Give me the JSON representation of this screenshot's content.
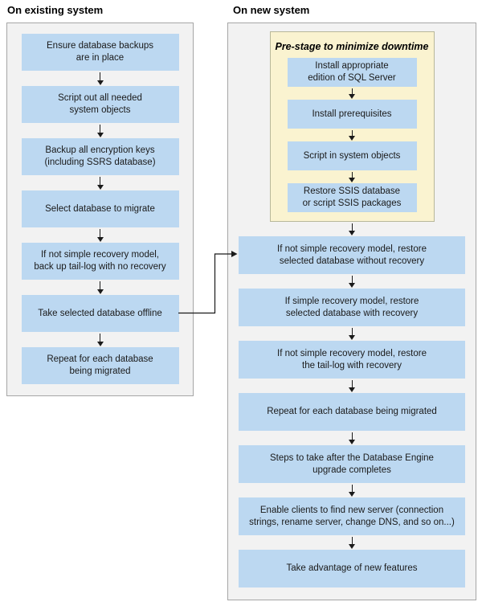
{
  "existing": {
    "heading": "On existing system",
    "steps": [
      "Ensure database backups\nare in place",
      "Script out all needed\nsystem objects",
      "Backup all encryption keys\n(including SSRS database)",
      "Select database to migrate",
      "If not simple recovery model,\nback up tail-log with no recovery",
      "Take selected database offline",
      "Repeat for each database\nbeing migrated"
    ]
  },
  "new": {
    "heading": "On new system",
    "prestage": {
      "title": "Pre-stage to minimize downtime",
      "steps": [
        "Install appropriate\nedition of SQL Server",
        "Install prerequisites",
        "Script in system objects",
        "Restore SSIS database\nor script SSIS packages"
      ]
    },
    "steps": [
      "If not simple recovery model, restore\nselected database without recovery",
      "If simple recovery model, restore\nselected database with recovery",
      "If not simple recovery model, restore\nthe tail-log with recovery",
      "Repeat for each database being migrated",
      "Steps to take after the Database Engine\nupgrade completes",
      "Enable clients to find new server (connection\nstrings, rename server, change DNS, and so on...)",
      "Take advantage of new features"
    ]
  },
  "colors": {
    "box_fill": "#bcd8f1",
    "prestage_fill": "#faf3d0",
    "prestage_border": "#b8b89a",
    "panel_fill": "#f2f2f2",
    "panel_border": "#a6a6a6",
    "arrow": "#1a1a1a",
    "text": "#1a1a1a"
  }
}
